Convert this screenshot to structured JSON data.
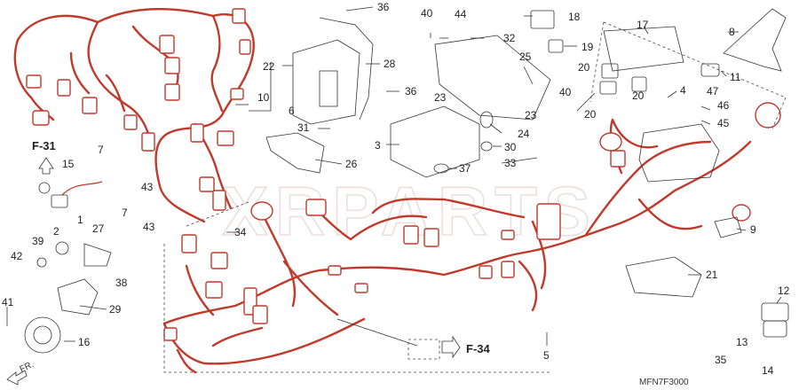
{
  "watermark": "XRPARTS",
  "diagram_code": "MFN7F3000",
  "refs": {
    "f31": "F-31",
    "f34": "F-34",
    "fr": "FR."
  },
  "callouts": {
    "c1": "1",
    "c2": "2",
    "c3": "3",
    "c4": "4",
    "c5": "5",
    "c6": "6",
    "c7a": "7",
    "c7b": "7",
    "c8": "8",
    "c9": "9",
    "c10": "10",
    "c11": "11",
    "c12": "12",
    "c13": "13",
    "c14": "14",
    "c15": "15",
    "c16": "16",
    "c17": "17",
    "c18": "18",
    "c19": "19",
    "c20a": "20",
    "c20b": "20",
    "c20c": "20",
    "c21": "21",
    "c22": "22",
    "c23a": "23",
    "c23b": "23",
    "c24": "24",
    "c25": "25",
    "c26": "26",
    "c27": "27",
    "c28": "28",
    "c29": "29",
    "c30": "30",
    "c31": "31",
    "c32": "32",
    "c33": "33",
    "c34": "34",
    "c35": "35",
    "c36a": "36",
    "c36b": "36",
    "c37": "37",
    "c38": "38",
    "c39": "39",
    "c40a": "40",
    "c40b": "40",
    "c41": "41",
    "c42": "42",
    "c43a": "43",
    "c43b": "43",
    "c44": "44",
    "c45": "45",
    "c46": "46",
    "c47": "47"
  },
  "colors": {
    "harness": "#c0392b",
    "line": "#333333"
  }
}
